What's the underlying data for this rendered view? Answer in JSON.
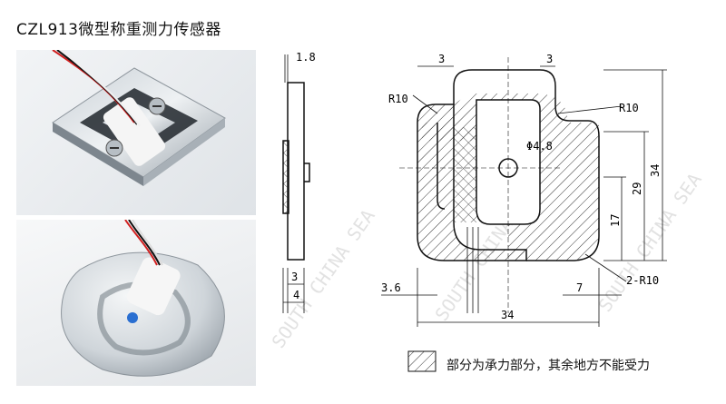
{
  "title": "CZL913微型称重测力传感器",
  "dims": {
    "thickness": "1.8",
    "beam_left": "3",
    "beam_right": "3",
    "r_top": "R10",
    "r_right": "R10",
    "hole": "Φ4.8",
    "h_29": "29",
    "h_34": "34",
    "h_17": "17",
    "side_3": "3",
    "side_4": "4",
    "left_36": "3.6",
    "right_7": "7",
    "corner": "2-R10",
    "width_34": "34"
  },
  "legend": {
    "text": "部分为承力部分，其余地方不能受力"
  },
  "watermark": "SOUTH CHINA SEA"
}
